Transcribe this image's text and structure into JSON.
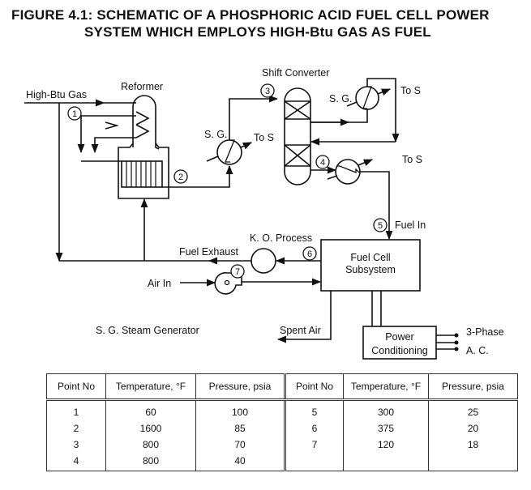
{
  "title": {
    "line1": "FIGURE 4.1:  SCHEMATIC OF A PHOSPHORIC ACID FUEL CELL POWER",
    "line2": "SYSTEM WHICH EMPLOYS HIGH-Btu GAS AS FUEL"
  },
  "diagram": {
    "labels": {
      "high_btu_gas": "High-Btu Gas",
      "reformer": "Reformer",
      "shift_converter": "Shift Converter",
      "sg_reformer": "S. G.",
      "sg_shift": "S. G.",
      "to_s_1": "To S",
      "to_s_2": "To S",
      "to_s_3": "To S",
      "fuel_in": "Fuel In",
      "ko_process": "K. O.  Process",
      "fuel_exhaust": "Fuel Exhaust",
      "air_in": "Air In",
      "fuel_cell_line1": "Fuel Cell",
      "fuel_cell_line2": "Subsystem",
      "spent_air": "Spent Air",
      "power_cond_line1": "Power",
      "power_cond_line2": "Conditioning",
      "three_phase": "3-Phase",
      "ac": "A. C.",
      "legend": "S. G.  Steam Generator"
    },
    "points": [
      "1",
      "2",
      "3",
      "4",
      "5",
      "6",
      "7"
    ]
  },
  "table": {
    "headers": [
      "Point No",
      "Temperature, °F",
      "Pressure, psia",
      "Point No",
      "Temperature, °F",
      "Pressure, psia"
    ],
    "rows": [
      [
        "1",
        "60",
        "100",
        "5",
        "300",
        "25"
      ],
      [
        "2",
        "1600",
        "85",
        "6",
        "375",
        "20"
      ],
      [
        "3",
        "800",
        "70",
        "7",
        "120",
        "18"
      ],
      [
        "4",
        "800",
        "40",
        "",
        "",
        ""
      ]
    ]
  }
}
